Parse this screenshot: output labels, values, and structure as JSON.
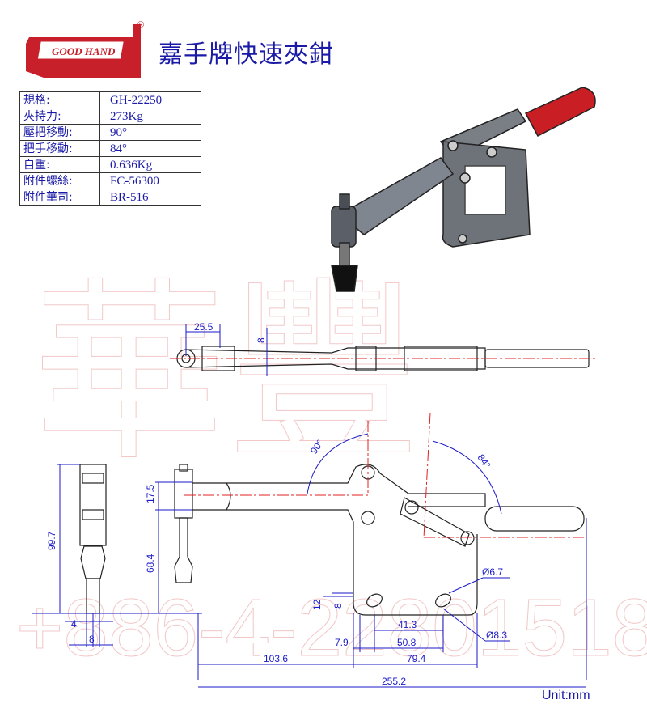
{
  "logo": {
    "text": "GOOD HAND",
    "registered": "®"
  },
  "header": {
    "title": "嘉手牌快速夾鉗"
  },
  "specs": [
    {
      "label": "規格:",
      "value": "GH-22250"
    },
    {
      "label": "夾持力:",
      "value": "273Kg"
    },
    {
      "label": "壓把移動:",
      "value": "90°"
    },
    {
      "label": "把手移動:",
      "value": "84°"
    },
    {
      "label": "自重:",
      "value": "0.636Kg"
    },
    {
      "label": "附件螺絲:",
      "value": "FC-56300"
    },
    {
      "label": "附件華司:",
      "value": "BR-516"
    }
  ],
  "watermark": {
    "phone": "+886-4-22801518",
    "chars": "華豐"
  },
  "dimensions": {
    "top_25_5": "25.5",
    "top_8": "8",
    "d99_7": "99.7",
    "d4": "4",
    "d8_side": "8",
    "d17_5": "17.5",
    "d68_4": "68.4",
    "d12": "12",
    "d8_hole": "8",
    "d41_3": "41.3",
    "d7_9": "7.9",
    "d50_8": "50.8",
    "d103_6": "103.6",
    "d79_4": "79.4",
    "d255_2": "255.2",
    "phi6_7": "Ø6.7",
    "phi8_3": "Ø8.3",
    "angle90": "90°",
    "angle84": "84°"
  },
  "unit": "Unit:mm",
  "colors": {
    "dimension": "#1a1ac8",
    "title": "#1a1aa6",
    "logo_red": "#c8202a",
    "centerline": "#e02020"
  }
}
